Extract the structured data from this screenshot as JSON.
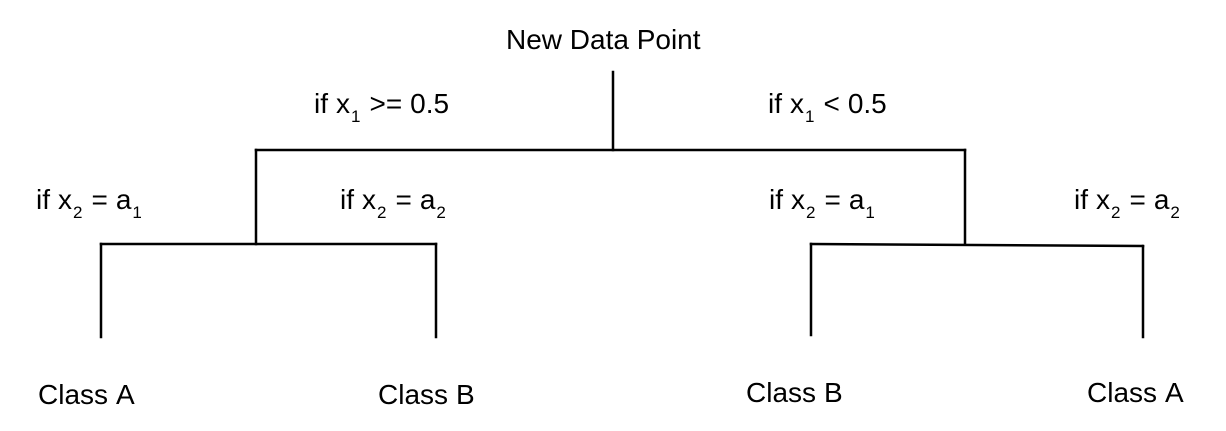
{
  "root": {
    "label": "New Data Point"
  },
  "branches": {
    "left": {
      "var": "x",
      "sub": "1",
      "op": ">=",
      "value": "0.5"
    },
    "right": {
      "var": "x",
      "sub": "1",
      "op": "<",
      "value": "0.5"
    }
  },
  "sub_branches": [
    {
      "var": "x",
      "sub": "2",
      "op": "=",
      "val": "a",
      "val_sub": "1"
    },
    {
      "var": "x",
      "sub": "2",
      "op": "=",
      "val": "a",
      "val_sub": "2"
    },
    {
      "var": "x",
      "sub": "2",
      "op": "=",
      "val": "a",
      "val_sub": "1"
    },
    {
      "var": "x",
      "sub": "2",
      "op": "=",
      "val": "a",
      "val_sub": "2"
    }
  ],
  "if_keyword": "if",
  "class_word": "Class",
  "leaves": [
    "A",
    "B",
    "B",
    "A"
  ]
}
